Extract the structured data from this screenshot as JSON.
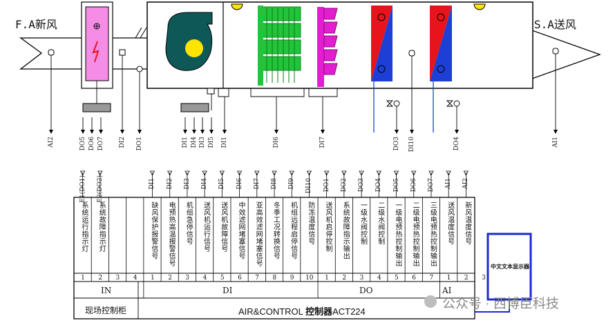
{
  "airflow": {
    "fresh_air": "F.A新风",
    "supply_air": "S.A送风"
  },
  "field_tags": [
    "AI2",
    "DO5",
    "DO6",
    "DO7",
    "DI2",
    "DO1",
    "DI1",
    "DI4",
    "DI3",
    "DI5",
    "DI1",
    "DI6",
    "DI7",
    "DO3",
    "DI10",
    "DO4",
    "AI1"
  ],
  "controller": {
    "top_tags": [
      "E1(DO1)",
      "E2(DO2)",
      "DI1",
      "DI2",
      "DI3",
      "DI4",
      "DI5",
      "DI6",
      "DI7",
      "DI8",
      "DI9",
      "DI10",
      "DO1",
      "DO2",
      "DO3",
      "DO4",
      "DO5",
      "DO6",
      "DO7",
      "AI1",
      "AI2"
    ],
    "signals": [
      "系统运行指示灯",
      "系统故障指示灯",
      "",
      "",
      "缺风保护报警信号",
      "电预热高温报警信号",
      "机组急停信号",
      "送风机运行信号",
      "送风机故障信号",
      "中效滤网堵塞信号",
      "亚高效滤网堵塞信号",
      "冬季工况转换信号",
      "机组远程启停信号",
      "防冻温度信号",
      "送风机启停控制",
      "系统故障指示输出",
      "一级水阀控制",
      "二级水阀控制",
      "一级电预热控制输出",
      "二级电预热控制输出",
      "三级电预热控制输出",
      "送风温度信号",
      "新风温度信号"
    ],
    "numbers": [
      "1",
      "2",
      "3",
      "4",
      "1",
      "2",
      "3",
      "4",
      "5",
      "6",
      "7",
      "8",
      "9",
      "10",
      "1",
      "2",
      "3",
      "4",
      "5",
      "6",
      "7",
      "1",
      "2",
      "3"
    ],
    "groups": {
      "in": "IN",
      "di": "DI",
      "do": "DO",
      "ai": "AI"
    },
    "cabinet": "现场控制柜",
    "model_prefix": "AIR&CONTROL",
    "model_name": "控制器",
    "model_code": "ACT224"
  },
  "display_box": "中文文本显示器",
  "watermark": "公众号 · 西博臣科技",
  "colors": {
    "filter_green": "#21c43a",
    "filter_magenta": "#e21ed0",
    "coil_red": "#e8141c",
    "coil_blue": "#1d3fd6",
    "heater_pink": "#f58ce6",
    "fan_teal": "#0f5858",
    "fan_yellow": "#ffe400",
    "display_border": "#1a2ad0"
  }
}
